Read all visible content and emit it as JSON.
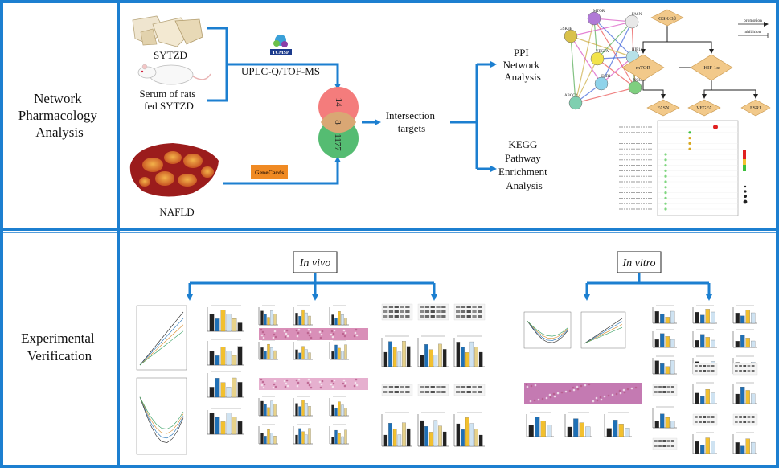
{
  "sections": {
    "top": "Network Pharmacology Analysis",
    "top_lines": [
      "Network",
      "Pharmacology",
      "Analysis"
    ],
    "bottom_lines": [
      "Experimental",
      "Verification"
    ]
  },
  "sources": {
    "sytzd": "SYTZD",
    "serum_lines": [
      "Serum of rats",
      "fed SYTZD"
    ],
    "tcmsp": "TCMSP",
    "uplc": "UPLC-Q/TOF-MS",
    "nafld": "NAFLD",
    "genecards": "GeneCards"
  },
  "venn": {
    "top": "14",
    "middle": "8",
    "bottom": "1177"
  },
  "intersection_lines": [
    "Intersection",
    "targets"
  ],
  "ppi_lines": [
    "PPI",
    "Network",
    "Analysis"
  ],
  "kegg_lines": [
    "KEGG",
    "Pathway",
    "Enrichment",
    "Analysis"
  ],
  "ppi_nodes": [
    "MTOR",
    "FASN",
    "GSK3B",
    "VEGFA",
    "HIF1A",
    "ESR1",
    "NCOA1",
    "ABCC2"
  ],
  "pathway_map": {
    "root": "GSK-3β",
    "mid": [
      "mTOR",
      "HIF-1α"
    ],
    "leaf": [
      "FASN",
      "VEGFA",
      "ESR1"
    ],
    "legend": [
      "promotion",
      "inhibition"
    ]
  },
  "invivo": "In vivo",
  "invitro": "In vitro",
  "colors": {
    "border": "#1c7fd0",
    "arrow": "#1c7fd0",
    "venn_top": "#f47c7c",
    "venn_bottom": "#4cb86a",
    "diamond": "#f2c98a",
    "bar_black": "#222222",
    "bar_blue": "#1e6fb5",
    "bar_yellow": "#f2c02f",
    "bar_light": "#cfe3f2"
  }
}
